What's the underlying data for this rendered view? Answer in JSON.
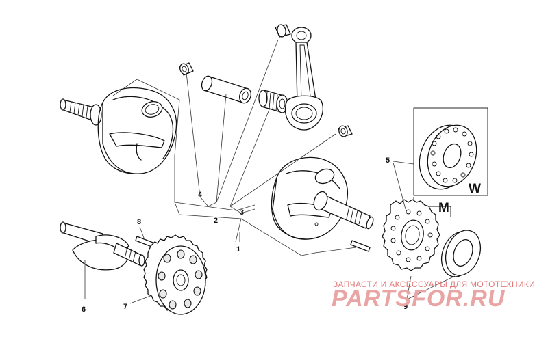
{
  "callouts": {
    "c1": "1",
    "c2": "2",
    "c3": "3",
    "c4": "4",
    "c5": "5",
    "c6": "6",
    "c7": "7",
    "c8": "8",
    "c9": "9"
  },
  "variant_boxes": {
    "w_label": "W",
    "m_label": "M"
  },
  "watermark": {
    "tagline": "ЗАПЧАСТИ И АКСЕССУАРЫ ДЛЯ МОТОТЕХНИКИ",
    "logo": "PARTSFOR.RU"
  }
}
